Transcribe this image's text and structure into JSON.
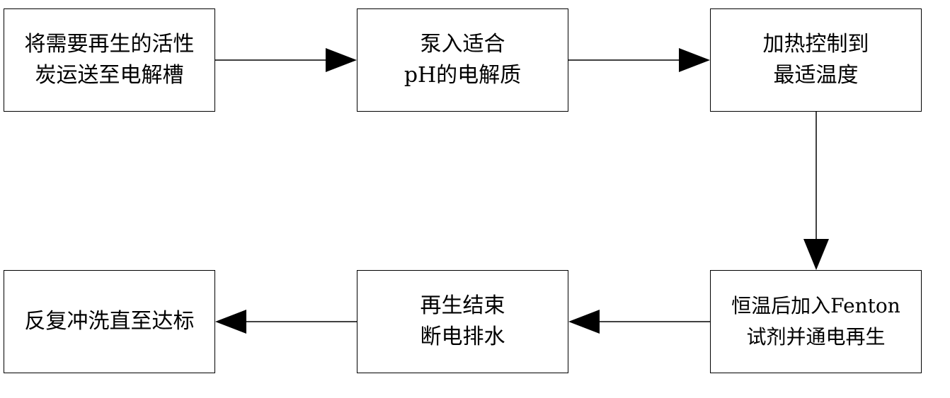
{
  "steps": [
    {
      "id": "step-1",
      "lines": [
        "将需要再生的活性",
        "炭运送至电解槽"
      ]
    },
    {
      "id": "step-2",
      "lines": [
        "泵入适合",
        "pH的电解质"
      ]
    },
    {
      "id": "step-3",
      "lines": [
        "加热控制到",
        "最适温度"
      ]
    },
    {
      "id": "step-4",
      "lines": [
        "恒温后加入Fenton",
        "试剂并通电再生"
      ]
    },
    {
      "id": "step-5",
      "lines": [
        "再生结束",
        "断电排水"
      ]
    },
    {
      "id": "step-6",
      "lines": [
        "反复冲洗直至达标"
      ]
    }
  ],
  "connections": [
    {
      "from": "step-1",
      "to": "step-2",
      "direction": "right"
    },
    {
      "from": "step-2",
      "to": "step-3",
      "direction": "right"
    },
    {
      "from": "step-3",
      "to": "step-4",
      "direction": "down"
    },
    {
      "from": "step-4",
      "to": "step-5",
      "direction": "left"
    },
    {
      "from": "step-5",
      "to": "step-6",
      "direction": "left"
    }
  ],
  "colors": {
    "line": "#000000",
    "box_border": "#000000",
    "background": "#ffffff",
    "text": "#000000"
  }
}
